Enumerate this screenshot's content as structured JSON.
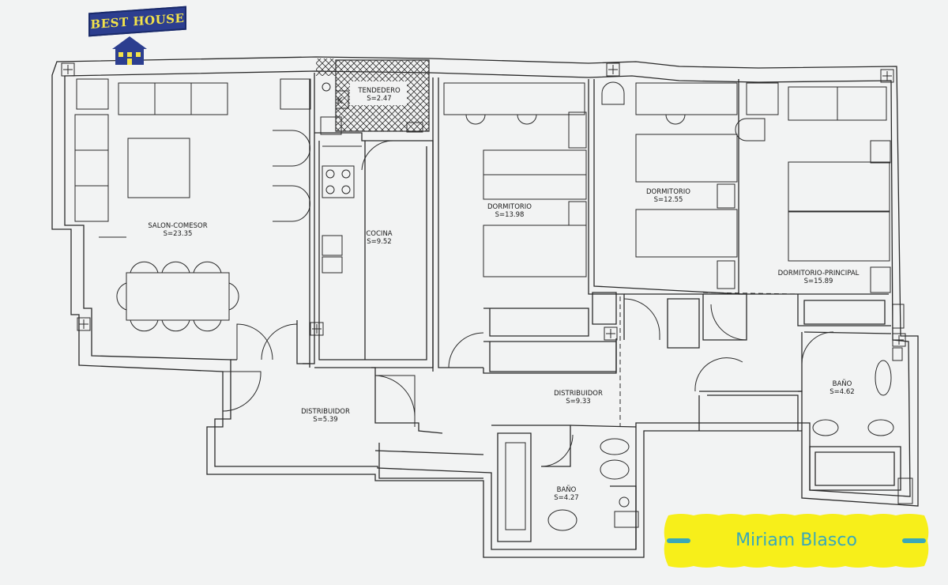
{
  "logo": {
    "text": "BEST HOUSE"
  },
  "watermark": {
    "text": "Miriam Blasco"
  },
  "colors": {
    "ink": "#2a2a2a",
    "paper": "#f2f3f3",
    "logo_blue": "#2c3e8f",
    "logo_yellow": "#f3e34a",
    "tag_yellow": "#f7ef1a",
    "tag_text": "#3aa8b8"
  },
  "rooms": [
    {
      "name": "SALON-COMESOR",
      "area": "S=23.35"
    },
    {
      "name": "TENDEDERO",
      "area": "S=2.47"
    },
    {
      "name": "COCINA",
      "area": "S=9.52"
    },
    {
      "name": "DORMITORIO",
      "area": "S=13.98"
    },
    {
      "name": "DORMITORIO",
      "area": "S=12.55"
    },
    {
      "name": "DORMITORIO-PRINCIPAL",
      "area": "S=15.89"
    },
    {
      "name": "DISTRIBUIDOR",
      "area": "S=5.39"
    },
    {
      "name": "DISTRIBUIDOR",
      "area": "S=9.33"
    },
    {
      "name": "BAÑO",
      "area": "S=4.27"
    },
    {
      "name": "BAÑO",
      "area": "S=4.62"
    }
  ],
  "kitchen_mark": "K"
}
